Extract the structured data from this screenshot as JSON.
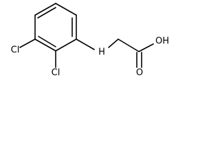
{
  "molecule": {
    "atoms": {
      "cl_upper": "Cl",
      "cl_lower": "Cl",
      "amine": "H",
      "hydroxyl": "OH",
      "carbonyl_o": "O"
    }
  }
}
